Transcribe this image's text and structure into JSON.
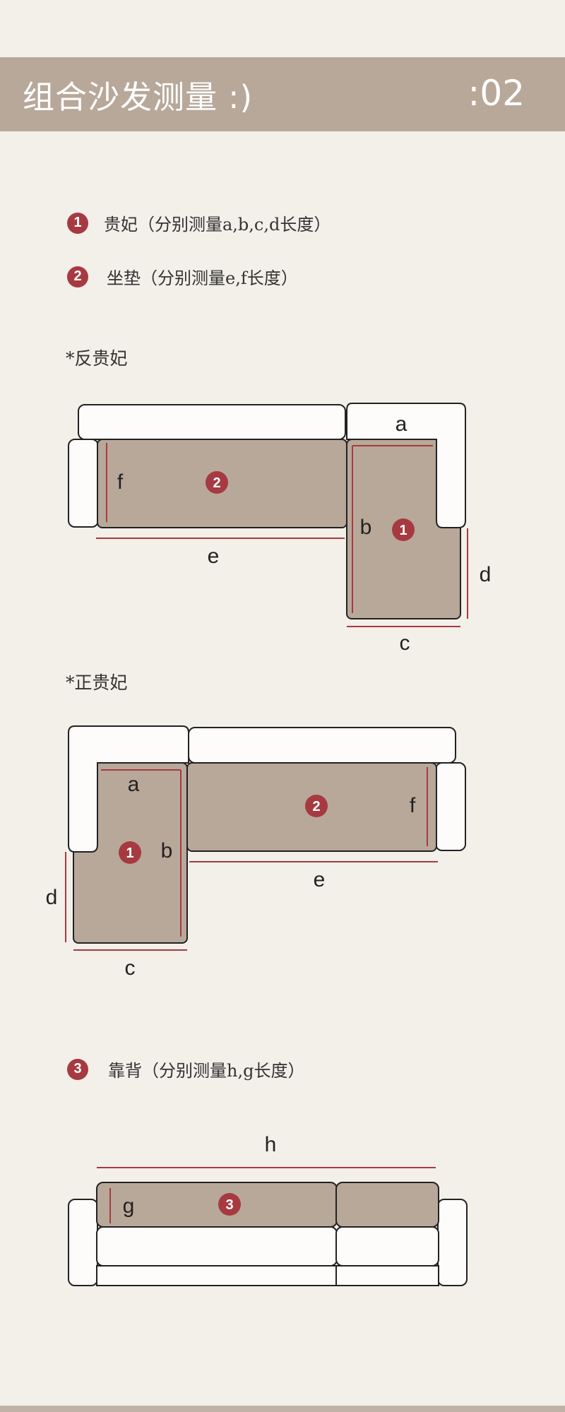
{
  "header": {
    "title": "组合沙发测量 :)",
    "page_number": ":02"
  },
  "legend": [
    {
      "number": "1",
      "text": "贵妃（分别测量a,b,c,d长度）"
    },
    {
      "number": "2",
      "text": "坐垫（分别测量e,f长度）"
    },
    {
      "number": "3",
      "text": "靠背（分别测量h,g长度）"
    }
  ],
  "diagrams": {
    "reverse_chaise": {
      "title": "*反贵妃",
      "labels": {
        "a": "a",
        "b": "b",
        "c": "c",
        "d": "d",
        "e": "e",
        "f": "f"
      },
      "markers": {
        "chaise": "1",
        "cushion": "2"
      }
    },
    "standard_chaise": {
      "title": "*正贵妃",
      "labels": {
        "a": "a",
        "b": "b",
        "c": "c",
        "d": "d",
        "e": "e",
        "f": "f"
      },
      "markers": {
        "chaise": "1",
        "cushion": "2"
      }
    },
    "backrest": {
      "labels": {
        "h": "h",
        "g": "g"
      },
      "markers": {
        "back": "3"
      }
    }
  },
  "colors": {
    "header_band": "#b8a89a",
    "background": "#f3efe9",
    "cushion_fill": "#b8a89a",
    "frame_fill": "#fdfcfa",
    "measure_line": "#a63a40",
    "badge": "#a63a40"
  }
}
